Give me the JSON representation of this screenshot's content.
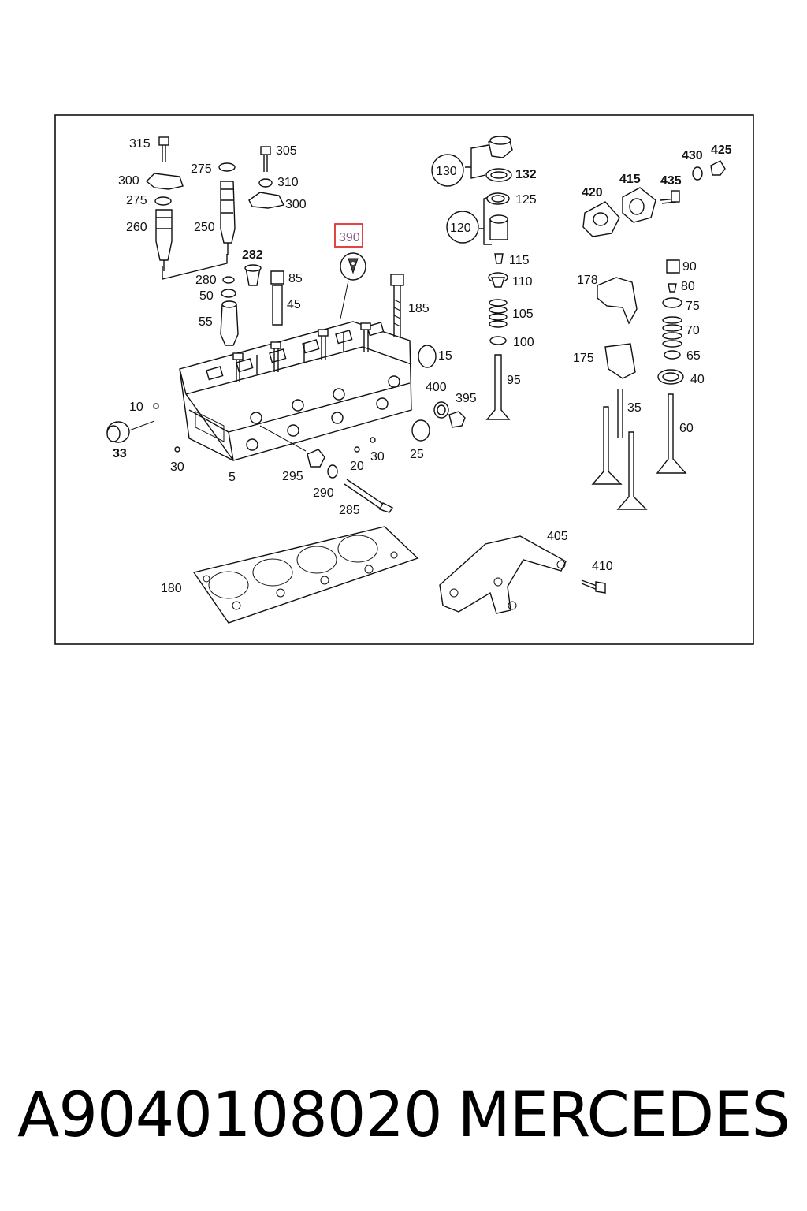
{
  "diagram": {
    "callouts": [
      "315",
      "305",
      "300",
      "275",
      "310",
      "250",
      "260",
      "282",
      "280",
      "50",
      "85",
      "45",
      "55",
      "390",
      "185",
      "10",
      "33",
      "30",
      "5",
      "295",
      "20",
      "290",
      "285",
      "15",
      "400",
      "395",
      "25",
      "130",
      "132",
      "125",
      "120",
      "115",
      "110",
      "105",
      "100",
      "95",
      "420",
      "415",
      "430",
      "425",
      "435",
      "178",
      "175",
      "90",
      "80",
      "75",
      "70",
      "65",
      "40",
      "35",
      "60",
      "405",
      "410",
      "180"
    ],
    "highlighted_callout": "390",
    "highlight_color": "#e03030"
  },
  "footer": {
    "part_number": "A9040108020",
    "brand": "MERCEDES"
  }
}
